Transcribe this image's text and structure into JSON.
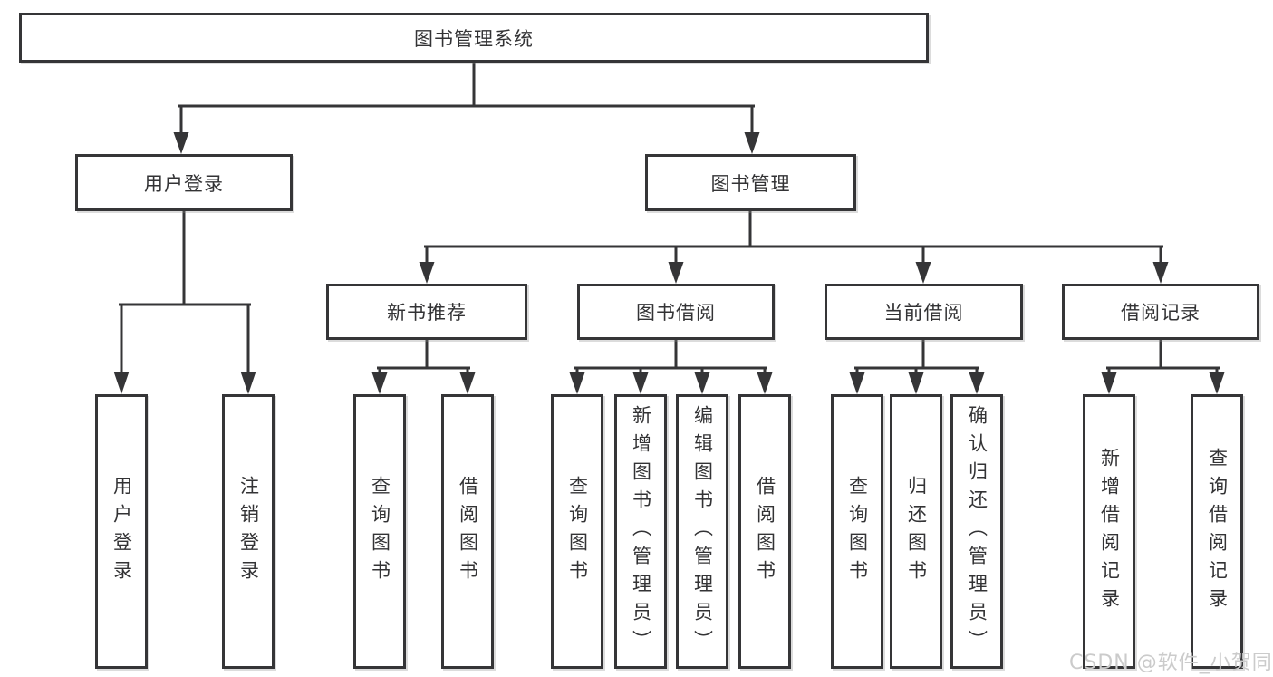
{
  "diagram": {
    "tree": {
      "label": "图书管理系统",
      "children": [
        {
          "label": "用户登录",
          "children": [
            {
              "label": "用户登录"
            },
            {
              "label": "注销登录"
            }
          ]
        },
        {
          "label": "图书管理",
          "children": [
            {
              "label": "新书推荐",
              "children": [
                {
                  "label": "查询图书"
                },
                {
                  "label": "借阅图书"
                }
              ]
            },
            {
              "label": "图书借阅",
              "children": [
                {
                  "label": "查询图书"
                },
                {
                  "label": "新增图书（管理员）"
                },
                {
                  "label": "编辑图书（管理员）"
                },
                {
                  "label": "借阅图书"
                }
              ]
            },
            {
              "label": "当前借阅",
              "children": [
                {
                  "label": "查询图书"
                },
                {
                  "label": "归还图书"
                },
                {
                  "label": "确认归还（管理员）"
                }
              ]
            },
            {
              "label": "借阅记录",
              "children": [
                {
                  "label": "新增借阅记录"
                },
                {
                  "label": "查询借阅记录"
                }
              ]
            }
          ]
        }
      ]
    }
  },
  "watermark": {
    "text": "CSDN @软件_小贺同学"
  },
  "colors": {
    "line": "#353537",
    "text": "#333335",
    "watermark": "#cbcbcb",
    "background": "#ffffff"
  }
}
